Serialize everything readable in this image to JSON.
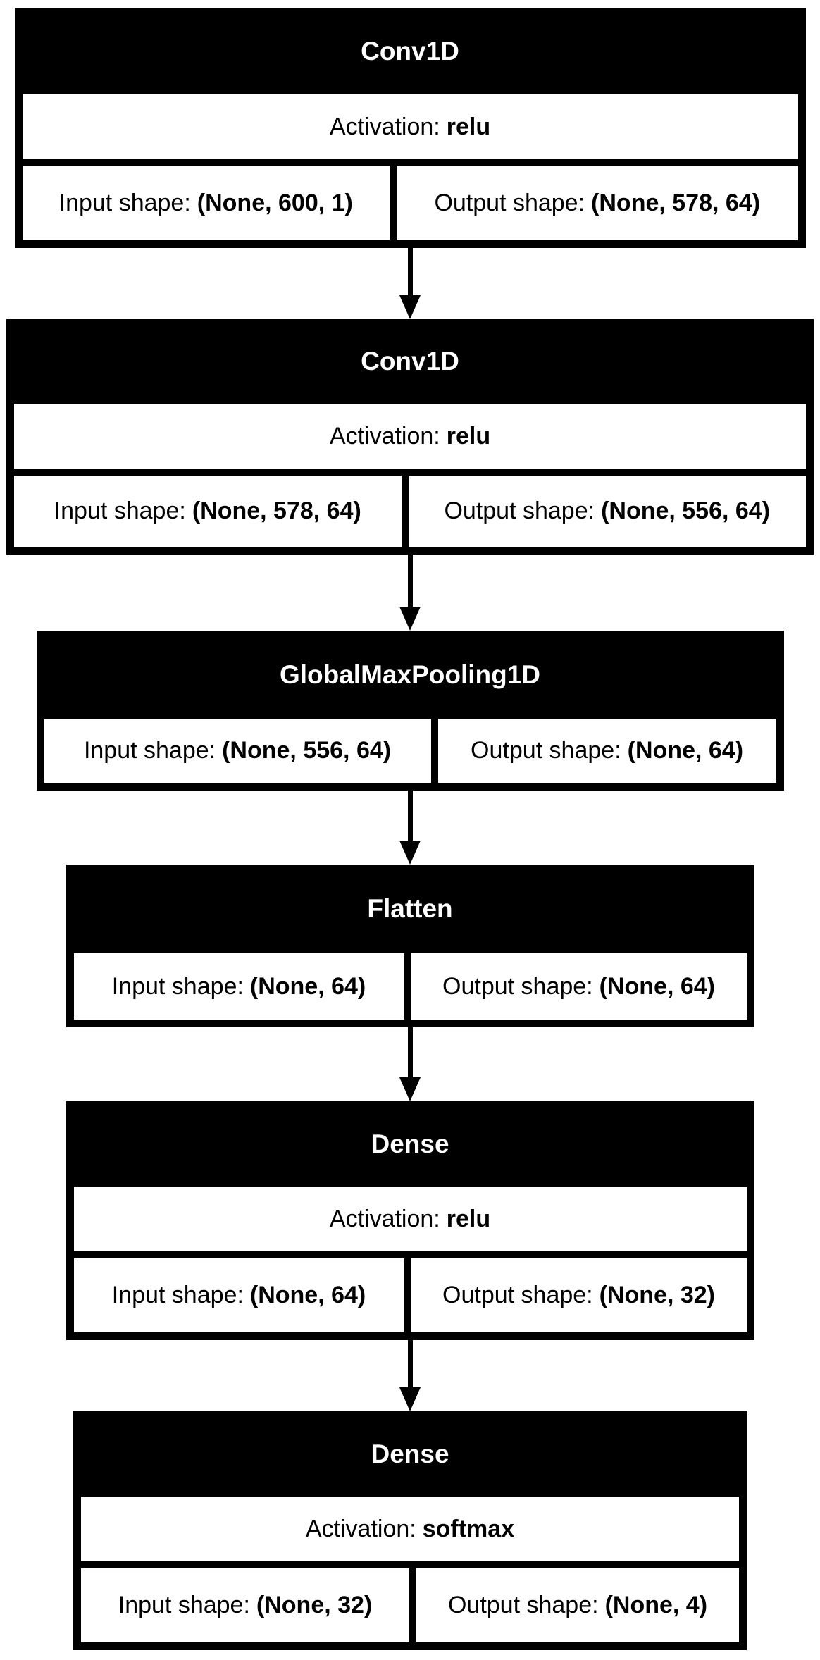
{
  "diagram": {
    "colors": {
      "background": "#ffffff",
      "node_fill": "#000000",
      "cell_fill": "#ffffff",
      "title_text": "#ffffff",
      "cell_text": "#000000",
      "arrow": "#000000"
    },
    "labels": {
      "activation": "Activation:",
      "input_shape": "Input shape:",
      "output_shape": "Output shape:"
    },
    "layers": [
      {
        "name": "Conv1D",
        "activation": "relu",
        "input_shape": "(None, 600, 1)",
        "output_shape": "(None, 578, 64)"
      },
      {
        "name": "Conv1D",
        "activation": "relu",
        "input_shape": "(None, 578, 64)",
        "output_shape": "(None, 556, 64)"
      },
      {
        "name": "GlobalMaxPooling1D",
        "input_shape": "(None, 556, 64)",
        "output_shape": "(None, 64)"
      },
      {
        "name": "Flatten",
        "input_shape": "(None, 64)",
        "output_shape": "(None, 64)"
      },
      {
        "name": "Dense",
        "activation": "relu",
        "input_shape": "(None, 64)",
        "output_shape": "(None, 32)"
      },
      {
        "name": "Dense",
        "activation": "softmax",
        "input_shape": "(None, 32)",
        "output_shape": "(None, 4)"
      }
    ]
  }
}
